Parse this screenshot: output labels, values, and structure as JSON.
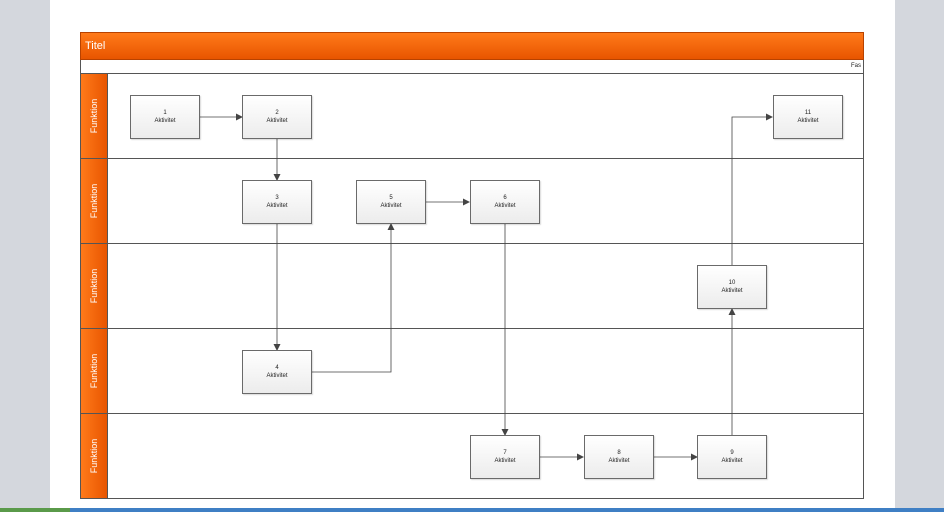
{
  "diagram": {
    "title": "Titel",
    "phase_label": "Fas",
    "lanes": [
      {
        "label": "Funktion"
      },
      {
        "label": "Funktion"
      },
      {
        "label": "Funktion"
      },
      {
        "label": "Funktion"
      },
      {
        "label": "Funktion"
      }
    ],
    "activities": [
      {
        "id": "1",
        "label": "Aktivitet"
      },
      {
        "id": "2",
        "label": "Aktivitet"
      },
      {
        "id": "3",
        "label": "Aktivitet"
      },
      {
        "id": "4",
        "label": "Aktivitet"
      },
      {
        "id": "5",
        "label": "Aktivitet"
      },
      {
        "id": "6",
        "label": "Aktivitet"
      },
      {
        "id": "7",
        "label": "Aktivitet"
      },
      {
        "id": "8",
        "label": "Aktivitet"
      },
      {
        "id": "9",
        "label": "Aktivitet"
      },
      {
        "id": "10",
        "label": "Aktivitet"
      },
      {
        "id": "11",
        "label": "Aktivitet"
      }
    ],
    "colors": {
      "header_orange": "#f26a10",
      "page_background": "#ffffff",
      "canvas_background": "#d4d7dd",
      "line_color": "#444444"
    }
  }
}
